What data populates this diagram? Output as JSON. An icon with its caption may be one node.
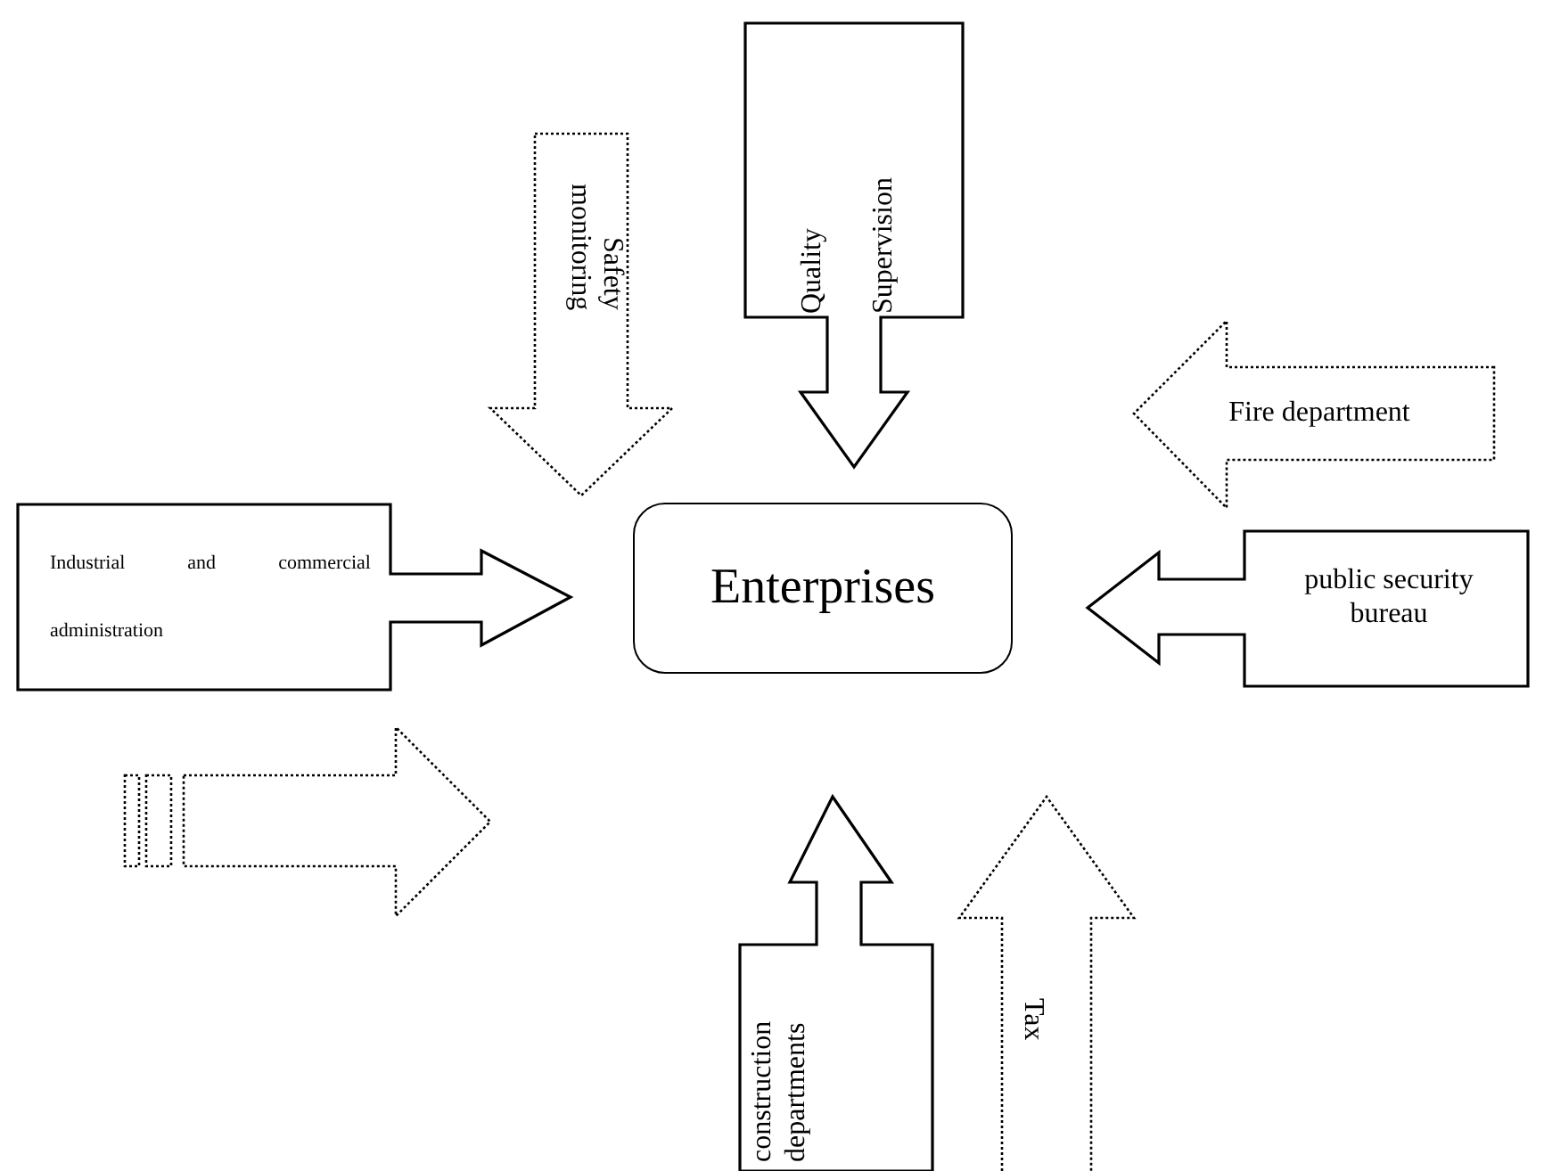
{
  "diagram": {
    "nodes": [
      {
        "text": [
          "Safety monitoring"
        ]
      },
      {
        "text": [
          "Quality Supervision"
        ]
      },
      {
        "text": [
          "Fire department"
        ]
      },
      {
        "text": [
          "Industrial and commercial administration"
        ]
      },
      {
        "text": [
          "Enterprises"
        ]
      },
      {
        "text": [
          "public security bureau"
        ]
      },
      {
        "text": [],
        "shape": "arrow"
      },
      {
        "text": [
          "construction departments"
        ]
      },
      {
        "text": [
          "Tax"
        ]
      }
    ]
  }
}
